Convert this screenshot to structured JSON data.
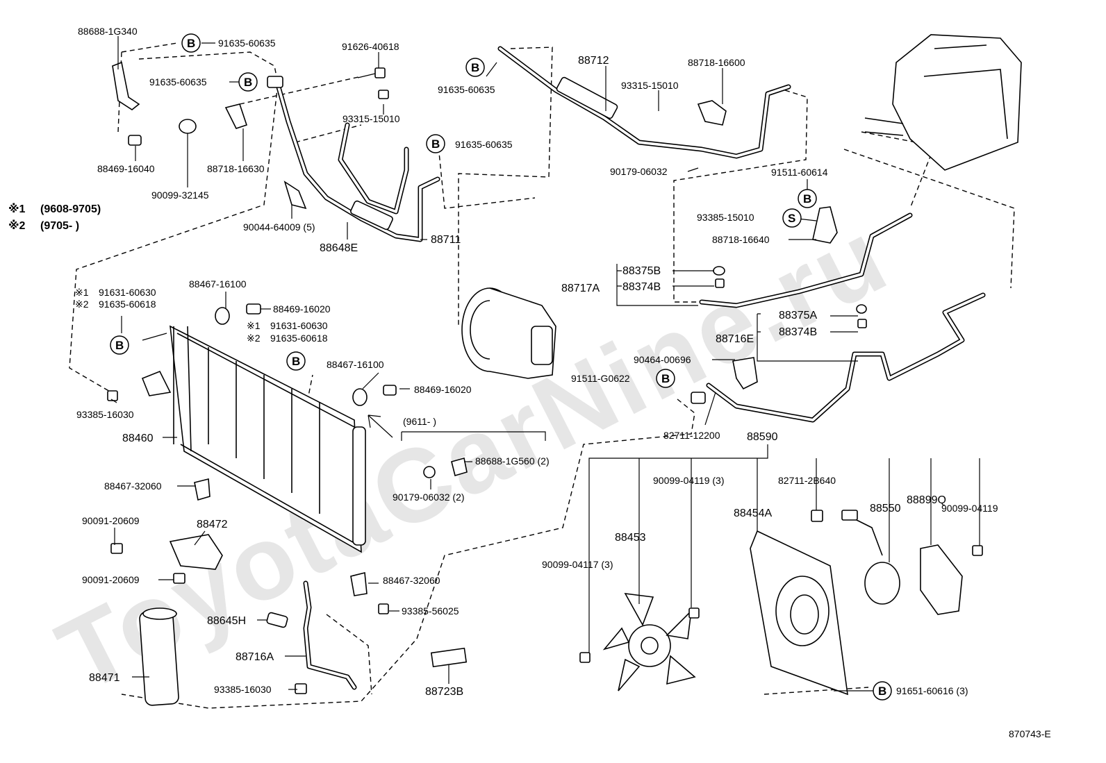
{
  "watermark": "ToyotaCarNine.ru",
  "diagram_code": "870743-E",
  "legend": {
    "note1_symbol": "※1",
    "note1_range": "(9608-9705)",
    "note2_symbol": "※2",
    "note2_range": "(9705-        )"
  },
  "circle_labels": {
    "bolt": "B",
    "screw": "S"
  },
  "parts": {
    "p88688_1G340": "88688-1G340",
    "p91635_60635_a": "91635-60635",
    "p91635_60635_b": "91635-60635",
    "p91626_40618": "91626-40618",
    "p93315_15010_a": "93315-15010",
    "p88469_16040": "88469-16040",
    "p88718_16630": "88718-16630",
    "p90099_32145": "90099-32145",
    "p90044_64009": "90044-64009 (5)",
    "p88648E": "88648E",
    "p88711": "88711",
    "p91635_60635_c": "91635-60635",
    "p91635_60635_d": "91635-60635",
    "p88712": "88712",
    "p88718_16600": "88718-16600",
    "p93315_15010_b": "93315-15010",
    "p90179_06032_a": "90179-06032",
    "p91511_60614": "91511-60614",
    "p93385_15010": "93385-15010",
    "p88718_16640": "88718-16640",
    "p88375B": "88375B",
    "p88717A": "88717A",
    "p88374B_a": "88374B",
    "p88375A": "88375A",
    "p88374B_b": "88374B",
    "p88716E": "88716E",
    "p90464_00696": "90464-00696",
    "p91511_G0622": "91511-G0622",
    "p82711_12200": "82711-12200",
    "p88590": "88590",
    "p91631_60630_a": "91631-60630",
    "p91635_60618_a": "91635-60618",
    "p88467_16100_a": "88467-16100",
    "p88469_16020_a": "88469-16020",
    "p91631_60630_b": "91631-60630",
    "p91635_60618_b": "91635-60618",
    "p88467_16100_b": "88467-16100",
    "p88469_16020_b": "88469-16020",
    "p9611": "(9611-        )",
    "p93385_16030_a": "93385-16030",
    "p88460": "88460",
    "p88688_1G560": "88688-1G560 (2)",
    "p90179_06032_b": "90179-06032 (2)",
    "p88467_32060_a": "88467-32060",
    "p90091_20609_a": "90091-20609",
    "p88472": "88472",
    "p90091_20609_b": "90091-20609",
    "p88467_32060_b": "88467-32060",
    "p93385_56025": "93385-56025",
    "p88645H": "88645H",
    "p88716A": "88716A",
    "p88471": "88471",
    "p93385_16030_b": "93385-16030",
    "p88723B": "88723B",
    "p90099_04119_a": "90099-04119 (3)",
    "p82711_2B640": "82711-2B640",
    "p88899Q": "88899Q",
    "p88454A": "88454A",
    "p88550": "88550",
    "p90099_04119_b": "90099-04119",
    "p88453": "88453",
    "p90099_04117": "90099-04117 (3)",
    "p91651_60616": "91651-60616 (3)"
  }
}
